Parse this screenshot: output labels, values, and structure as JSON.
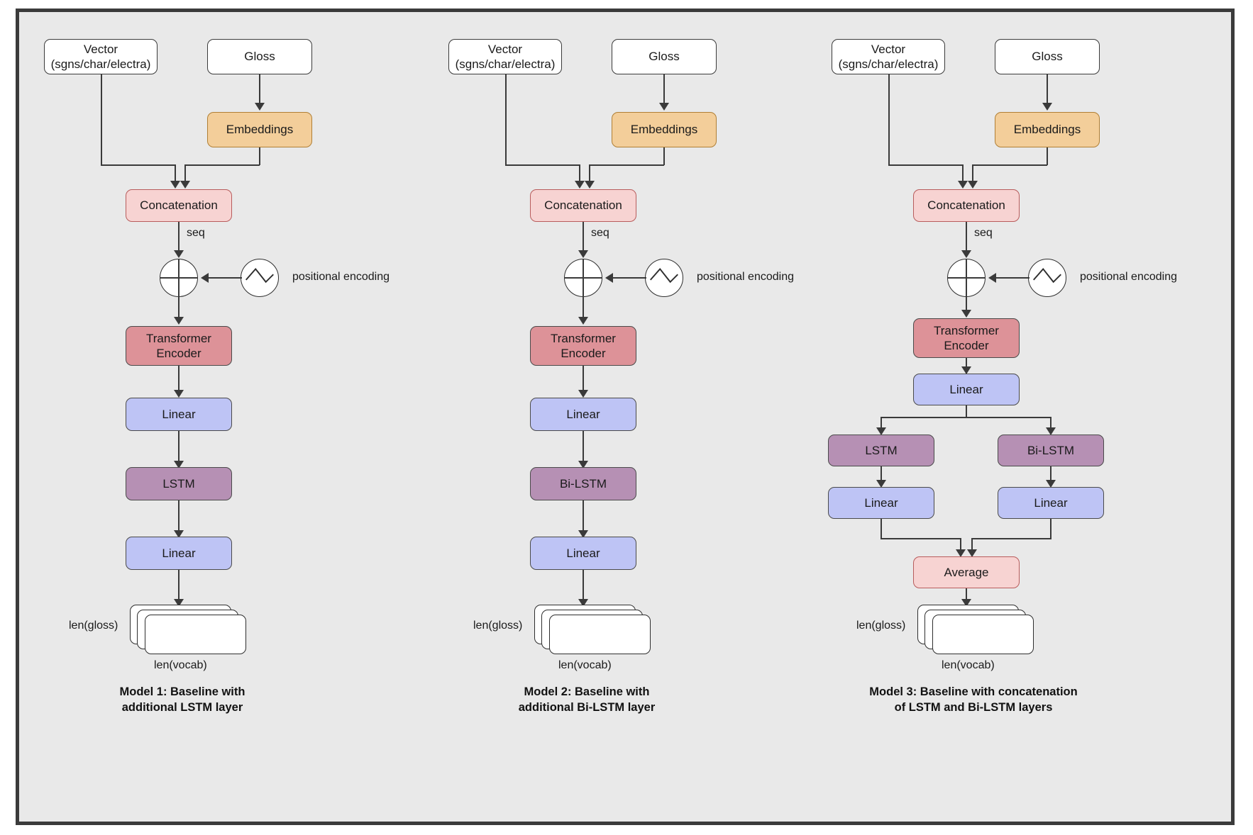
{
  "diagram": {
    "background_color": "#e9e9e9",
    "frame_border_color": "#3b3b3b",
    "palette": {
      "input": "#ffffff",
      "embeddings": "#f3ce9a",
      "concatenation": "#f7d3d2",
      "transformer_encoder": "#dd9298",
      "linear": "#bec4f5",
      "lstm": "#b690b4",
      "average": "#f7d3d2",
      "edge": "#3a3a3a"
    }
  },
  "models": [
    {
      "id": "model-1",
      "caption": "Model 1: Baseline with\nadditional LSTM layer",
      "nodes": {
        "vector": "Vector\n(sgns/char/electra)",
        "gloss": "Gloss",
        "embeddings": "Embeddings",
        "concatenation": "Concatenation",
        "transformer_encoder": "Transformer\nEncoder",
        "linear_1": "Linear",
        "recurrent": "LSTM",
        "linear_2": "Linear"
      },
      "labels": {
        "seq": "seq",
        "positional_encoding": "positional encoding",
        "len_gloss": "len(gloss)",
        "len_vocab": "len(vocab)"
      }
    },
    {
      "id": "model-2",
      "caption": "Model 2: Baseline with\nadditional Bi-LSTM layer",
      "nodes": {
        "vector": "Vector\n(sgns/char/electra)",
        "gloss": "Gloss",
        "embeddings": "Embeddings",
        "concatenation": "Concatenation",
        "transformer_encoder": "Transformer\nEncoder",
        "linear_1": "Linear",
        "recurrent": "Bi-LSTM",
        "linear_2": "Linear"
      },
      "labels": {
        "seq": "seq",
        "positional_encoding": "positional encoding",
        "len_gloss": "len(gloss)",
        "len_vocab": "len(vocab)"
      }
    },
    {
      "id": "model-3",
      "caption": "Model 3: Baseline with concatenation\nof LSTM and Bi-LSTM layers",
      "nodes": {
        "vector": "Vector\n(sgns/char/electra)",
        "gloss": "Gloss",
        "embeddings": "Embeddings",
        "concatenation": "Concatenation",
        "transformer_encoder": "Transformer\nEncoder",
        "linear_1": "Linear",
        "branch_left_rnn": "LSTM",
        "branch_right_rnn": "Bi-LSTM",
        "branch_left_linear": "Linear",
        "branch_right_linear": "Linear",
        "average": "Average"
      },
      "labels": {
        "seq": "seq",
        "positional_encoding": "positional encoding",
        "len_gloss": "len(gloss)",
        "len_vocab": "len(vocab)"
      }
    }
  ]
}
